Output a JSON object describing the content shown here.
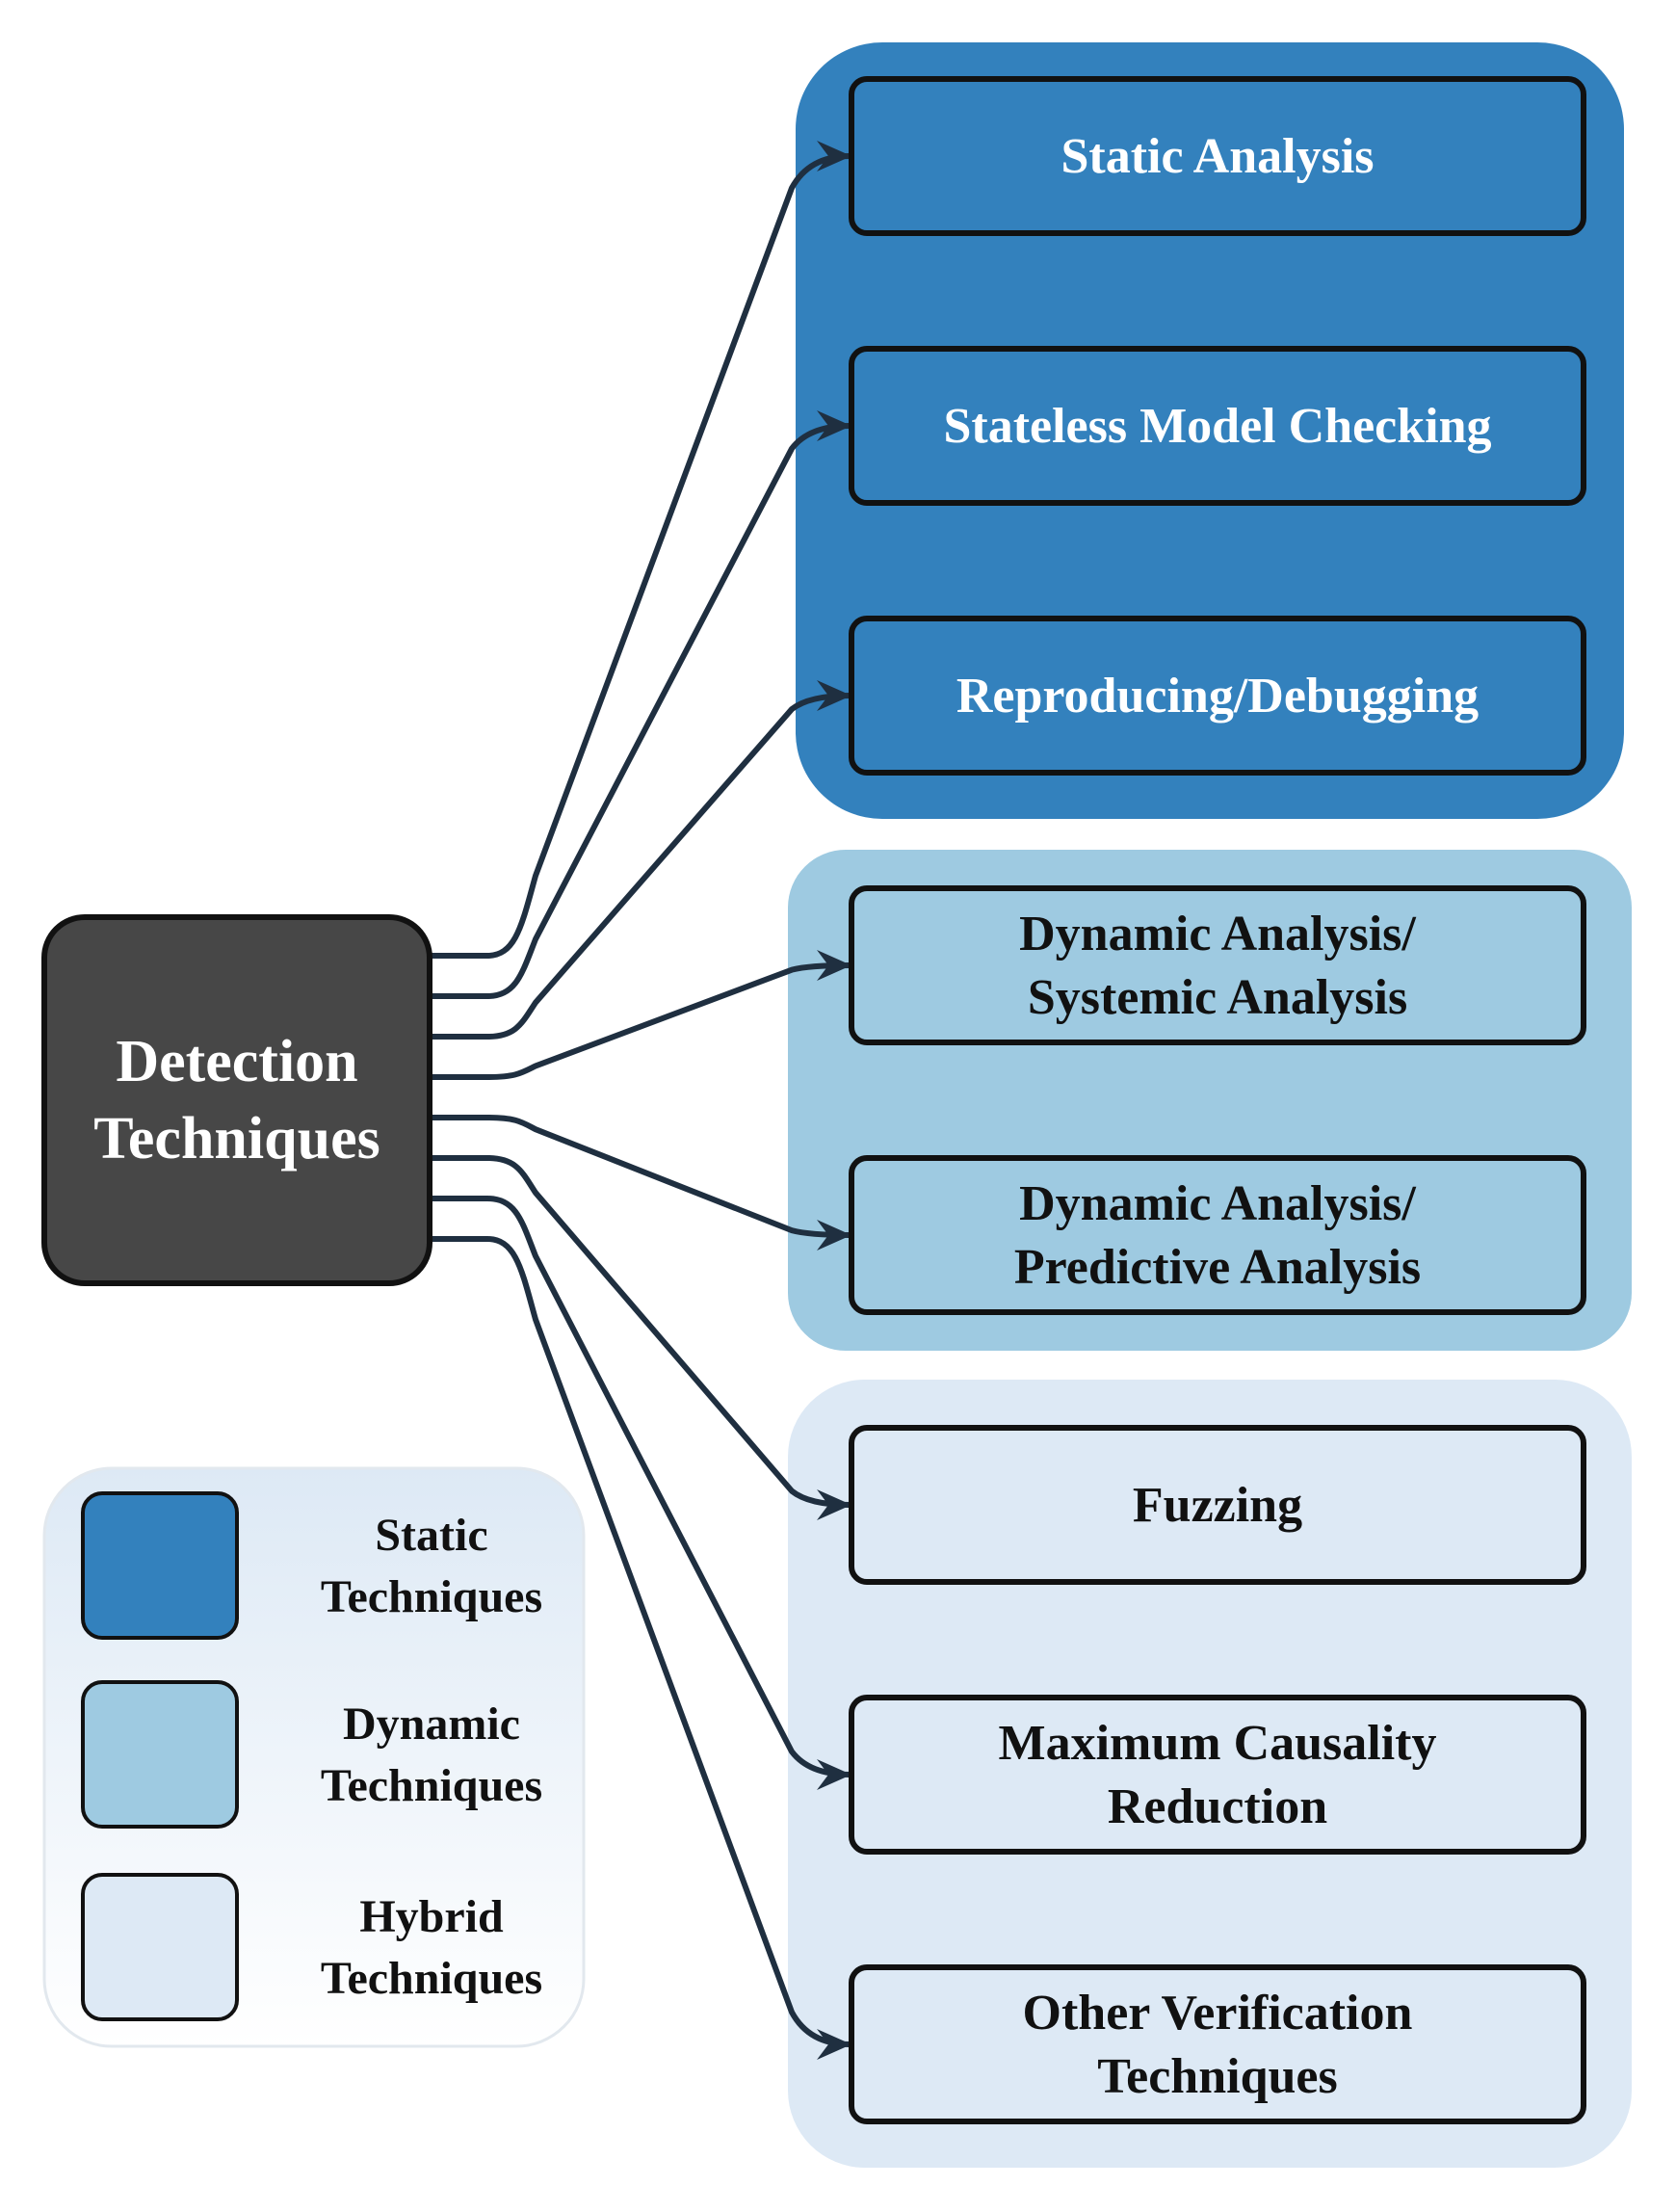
{
  "root": {
    "lines": [
      "Detection",
      "Techniques"
    ]
  },
  "colors": {
    "static": "#3381bd",
    "dynamic": "#9ecae1",
    "hybrid": "#dde9f5",
    "root": "#474747",
    "arrow": "#1f2f40",
    "border": "#111111"
  },
  "groups": [
    {
      "category": "static",
      "nodes": [
        {
          "lines": [
            "Static Analysis"
          ]
        },
        {
          "lines": [
            "Stateless Model Checking"
          ]
        },
        {
          "lines": [
            "Reproducing/Debugging"
          ]
        }
      ]
    },
    {
      "category": "dynamic",
      "nodes": [
        {
          "lines": [
            "Dynamic Analysis/",
            "Systemic Analysis"
          ]
        },
        {
          "lines": [
            "Dynamic Analysis/",
            "Predictive Analysis"
          ]
        }
      ]
    },
    {
      "category": "hybrid",
      "nodes": [
        {
          "lines": [
            "Fuzzing"
          ]
        },
        {
          "lines": [
            "Maximum Causality",
            "Reduction"
          ]
        },
        {
          "lines": [
            "Other Verification",
            "Techniques"
          ]
        }
      ]
    }
  ],
  "legend": [
    {
      "category": "static",
      "lines": [
        "Static",
        "Techniques"
      ]
    },
    {
      "category": "dynamic",
      "lines": [
        "Dynamic",
        "Techniques"
      ]
    },
    {
      "category": "hybrid",
      "lines": [
        "Hybrid",
        "Techniques"
      ]
    }
  ]
}
